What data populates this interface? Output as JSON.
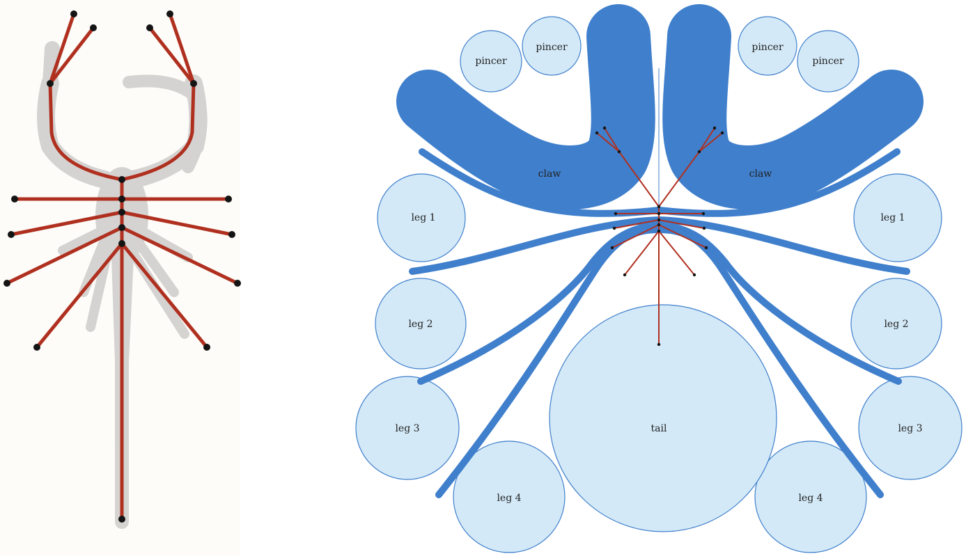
{
  "colors": {
    "skeleton": "#b03020",
    "joint": "#141414",
    "shape": "#3f7fcc",
    "region_fill": "#d3e9f7",
    "region_stroke": "#3f7fcc",
    "photo_tint": "#8a8a8a",
    "photo_bg": "#fdfcf8"
  },
  "labels": {
    "pincer_left_outer": "pincer",
    "pincer_left_inner": "pincer",
    "pincer_right_inner": "pincer",
    "pincer_right_outer": "pincer",
    "claw_left": "claw",
    "claw_right": "claw",
    "leg1_left": "leg 1",
    "leg1_right": "leg 1",
    "leg2_left": "leg 2",
    "leg2_right": "leg 2",
    "leg3_left": "leg 3",
    "leg3_right": "leg 3",
    "leg4_left": "leg 4",
    "leg4_right": "leg 4",
    "tail": "tail"
  }
}
